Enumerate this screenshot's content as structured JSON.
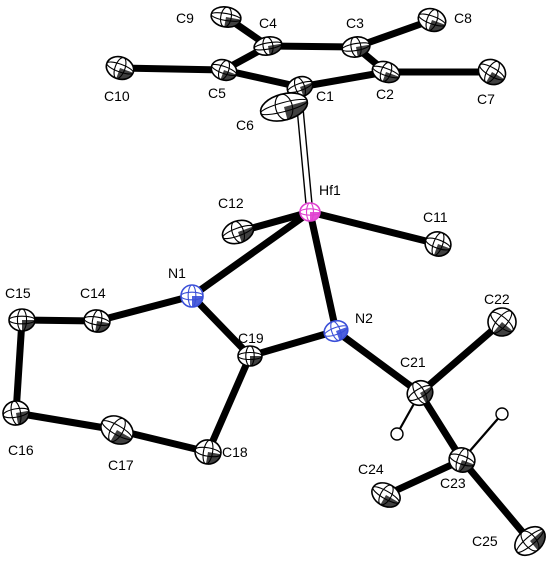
{
  "figure": {
    "labels": {
      "hf1": "Hf1",
      "c1": "C1",
      "c2": "C2",
      "c3": "C3",
      "c4": "C4",
      "c5": "C5",
      "c6": "C6",
      "c7": "C7",
      "c8": "C8",
      "c9": "C9",
      "c10": "C10",
      "c11": "C11",
      "c12": "C12",
      "n1": "N1",
      "n2": "N2",
      "c14": "C14",
      "c15": "C15",
      "c16": "C16",
      "c17": "C17",
      "c18": "C18",
      "c19": "C19",
      "c21": "C21",
      "c22": "C22",
      "c23": "C23",
      "c24": "C24",
      "c25": "C25"
    },
    "colors": {
      "hafnium": "#e040d0",
      "nitrogen": "#3a4fd8",
      "carbon": "#ffffff",
      "bond": "#000000"
    }
  }
}
